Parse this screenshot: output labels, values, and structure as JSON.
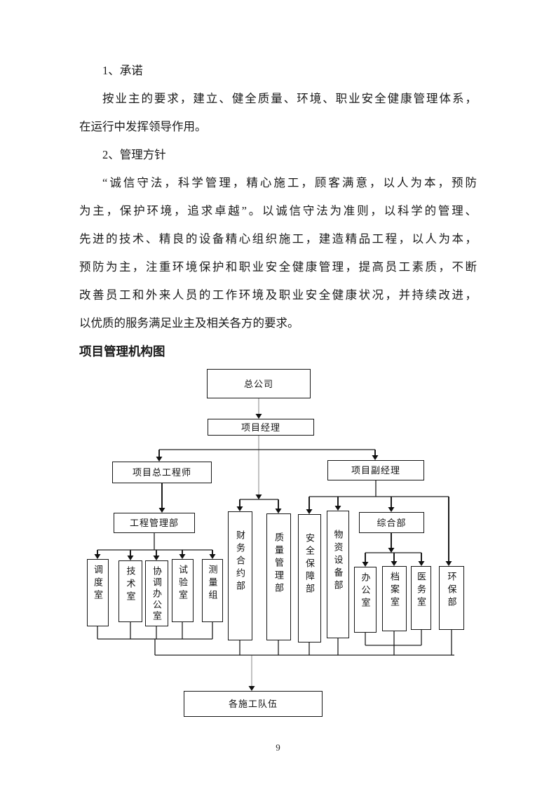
{
  "doc": {
    "lines": [
      "1、承诺",
      "按业主的要求，建立、健全质量、环境、职业安全健康管理体系，",
      "在运行中发挥领导作用。",
      "2、管理方针",
      "“诚信守法，科学管理，精心施工，顾客满意，以人为本，预防",
      "为主，保护环境，追求卓越”。以诚信守法为准则，以科学的管理、",
      "先进的技术、精良的设备精心组织施工，建造精品工程，以人为本，",
      "预防为主，注重环境保护和职业安全健康管理，提高员工素质，不断",
      "改善员工和外来人员的工作环境及职业安全健康状况，并持续改进，",
      "以优质的服务满足业主及相关各方的要求。"
    ],
    "heading": "项目管理机构图"
  },
  "diagram": {
    "nodes": {
      "head_office": "总公司",
      "project_manager": "项目经理",
      "chief_engineer": "项目总工程师",
      "deputy_manager": "项目副经理",
      "engineering_dept": "工程管理部",
      "general_dept": "综合部",
      "dispatch_room": "调度室",
      "technical_room": "技术室",
      "coordination_office": "协调办公室",
      "test_room": "试验室",
      "survey_team": "测量组",
      "finance_contract_dept": "财务合约部",
      "quality_dept": "质量管理部",
      "safety_dept": "安全保障部",
      "materials_equipment_dept": "物资设备部",
      "office": "办公室",
      "archives_room": "档案室",
      "medical_room": "医务室",
      "environment_dept": "环保部",
      "construction_teams": "各施工队伍"
    },
    "line_color": "#1c1c1c",
    "accent_grey_line": "#9a9a9a"
  },
  "footer": {
    "page_number": "9"
  }
}
